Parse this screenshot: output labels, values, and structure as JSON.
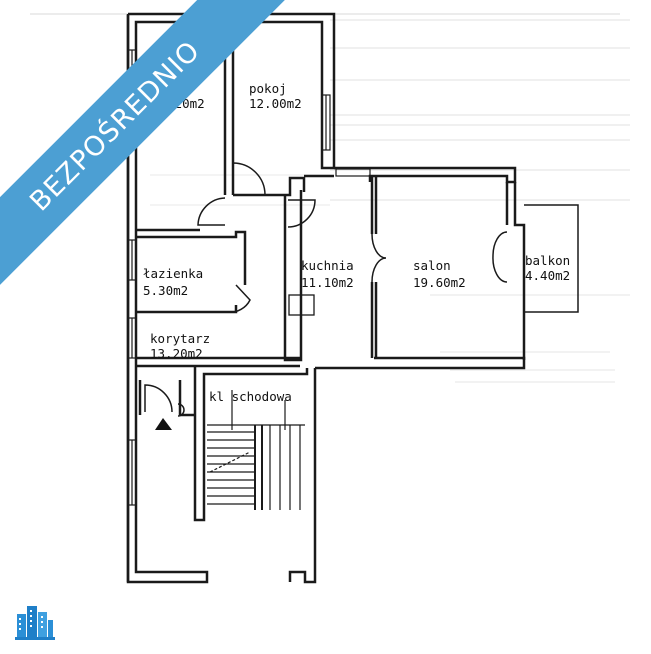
{
  "banner": {
    "text": "BEZPOŚREDNIO",
    "color": "#4c9fd3"
  },
  "rooms": {
    "pokoj_left": {
      "name": "pokoj",
      "area": "15.20m2"
    },
    "pokoj_right": {
      "name": "pokoj",
      "area": "12.00m2"
    },
    "lazienka": {
      "name": "łazienka",
      "area": "5.30m2"
    },
    "kuchnia": {
      "name": "kuchnia",
      "area": "11.10m2"
    },
    "salon": {
      "name": "salon",
      "area": "19.60m2"
    },
    "balkon": {
      "name": "balkon",
      "area": "4.40m2"
    },
    "korytarz": {
      "name": "korytarz",
      "area": "13.20m2"
    },
    "klatka": {
      "name": "kl schodowa"
    }
  },
  "logo": {
    "icon": "building-logo-icon",
    "color": "#2b8fd6"
  }
}
